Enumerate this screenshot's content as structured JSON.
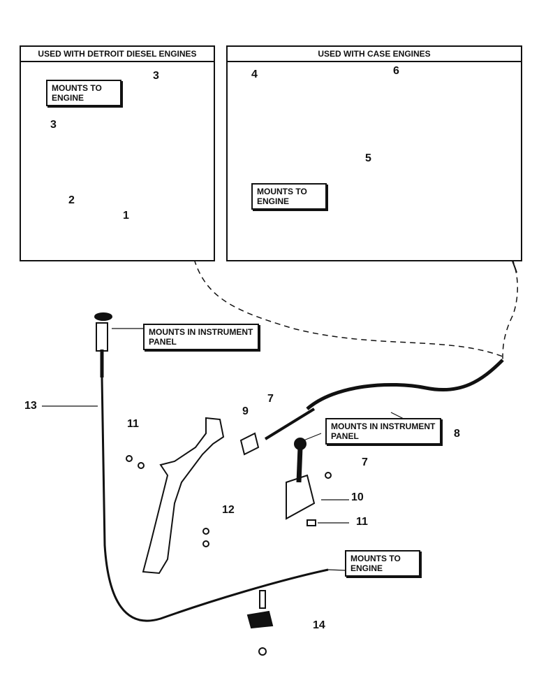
{
  "panels": {
    "detroit": {
      "title": "USED WITH DETROIT DIESEL ENGINES"
    },
    "case": {
      "title": "USED WITH CASE ENGINES"
    }
  },
  "callouts": {
    "mounts_engine_detroit": "MOUNTS TO ENGINE",
    "mounts_engine_case": "MOUNTS TO ENGINE",
    "mounts_panel_choke": "MOUNTS IN INSTRUMENT PANEL",
    "mounts_panel_throttle": "MOUNTS IN INSTRUMENT PANEL",
    "mounts_engine_bottom": "MOUNTS TO ENGINE"
  },
  "part_numbers": [
    "1",
    "2",
    "3",
    "3",
    "4",
    "5",
    "6",
    "7",
    "7",
    "8",
    "9",
    "10",
    "11",
    "11",
    "12",
    "13",
    "14"
  ]
}
